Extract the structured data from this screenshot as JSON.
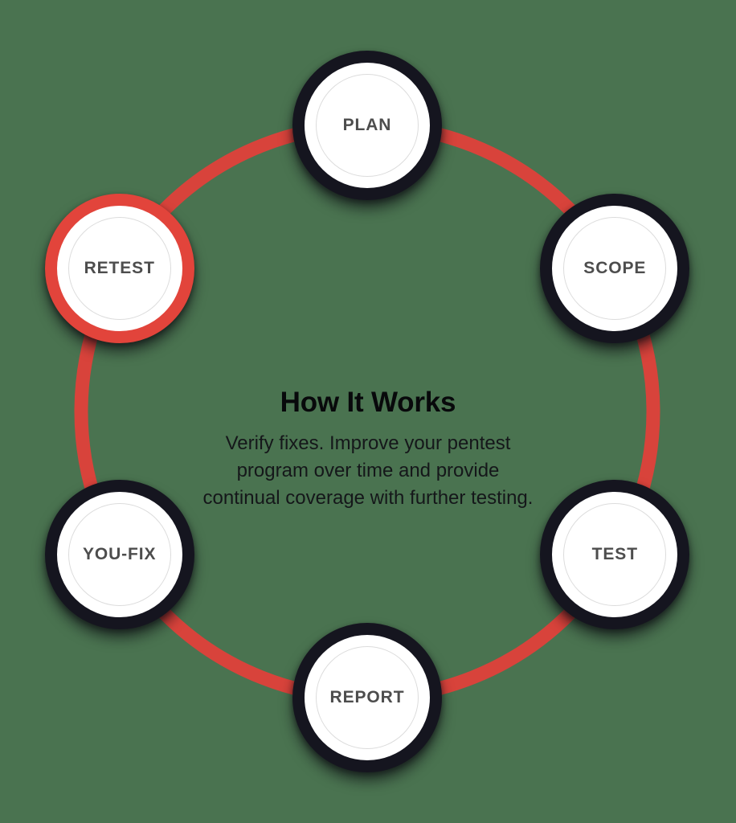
{
  "diagram": {
    "type": "cycle",
    "background_color": "#4a7350",
    "accent_color": "#e2443b",
    "node_ring_color": "#15151f",
    "node_fill_color": "#ffffff",
    "label_color": "#4d4d4d",
    "center": {
      "title": "How It Works",
      "description_lines": [
        "Verify fixes. Improve your pentest",
        "program over time and provide",
        "continual coverage with further testing."
      ]
    },
    "nodes": [
      {
        "id": "plan",
        "label": "PLAN",
        "angle": -90,
        "state": "default"
      },
      {
        "id": "scope",
        "label": "SCOPE",
        "angle": -30,
        "state": "default"
      },
      {
        "id": "test",
        "label": "TEST",
        "angle": 30,
        "state": "default"
      },
      {
        "id": "report",
        "label": "REPORT",
        "angle": 90,
        "state": "default"
      },
      {
        "id": "you-fix",
        "label": "YOU-FIX",
        "angle": 150,
        "state": "default"
      },
      {
        "id": "retest",
        "label": "RETEST",
        "angle": 210,
        "state": "active"
      }
    ]
  }
}
